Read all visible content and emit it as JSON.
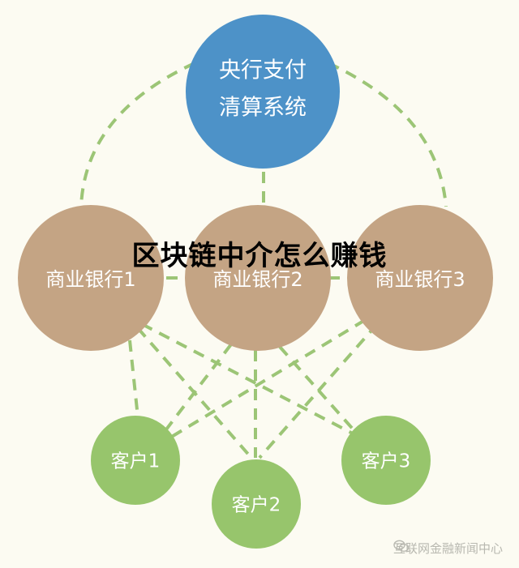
{
  "diagram": {
    "central_node": {
      "line1": "央行支付",
      "line2": "清算系统"
    },
    "banks": [
      {
        "label": "商业银行1"
      },
      {
        "label": "商业银行2"
      },
      {
        "label": "商业银行3"
      }
    ],
    "customers": [
      {
        "label": "客户1"
      },
      {
        "label": "客户2"
      },
      {
        "label": "客户3"
      }
    ]
  },
  "overlay_title": "区块链中介怎么赚钱",
  "watermark": {
    "text": "互联网金融新闻中心",
    "icon": "wechat-icon"
  },
  "colors": {
    "central": "#4d92c8",
    "bank": "#c4a484",
    "customer": "#97c56c",
    "edge": "#9cc576",
    "background": "#fcfbf2"
  }
}
